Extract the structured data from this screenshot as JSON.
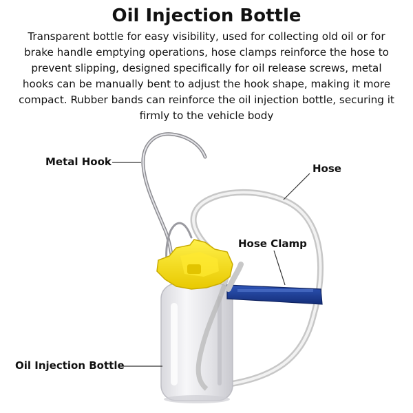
{
  "title": "Oil Injection Bottle",
  "description": "Transparent bottle for easy visibility, used for collecting old oil or for brake handle emptying operations, hose clamps reinforce the hose to prevent slipping, designed specifically for oil release screws, metal hooks can be manually bent to adjust the hook shape, making it more compact. Rubber bands can reinforce the oil injection bottle, securing it firmly to the vehicle body",
  "labels": {
    "metal_hook": "Metal Hook",
    "hose": "Hose",
    "hose_clamp": "Hose Clamp",
    "bottle": "Oil Injection Bottle"
  },
  "colors": {
    "cap": "#f7e11a",
    "clamp": "#1e3f96",
    "hose": "#cfcfcf",
    "bottle": "#e9e9ec"
  }
}
